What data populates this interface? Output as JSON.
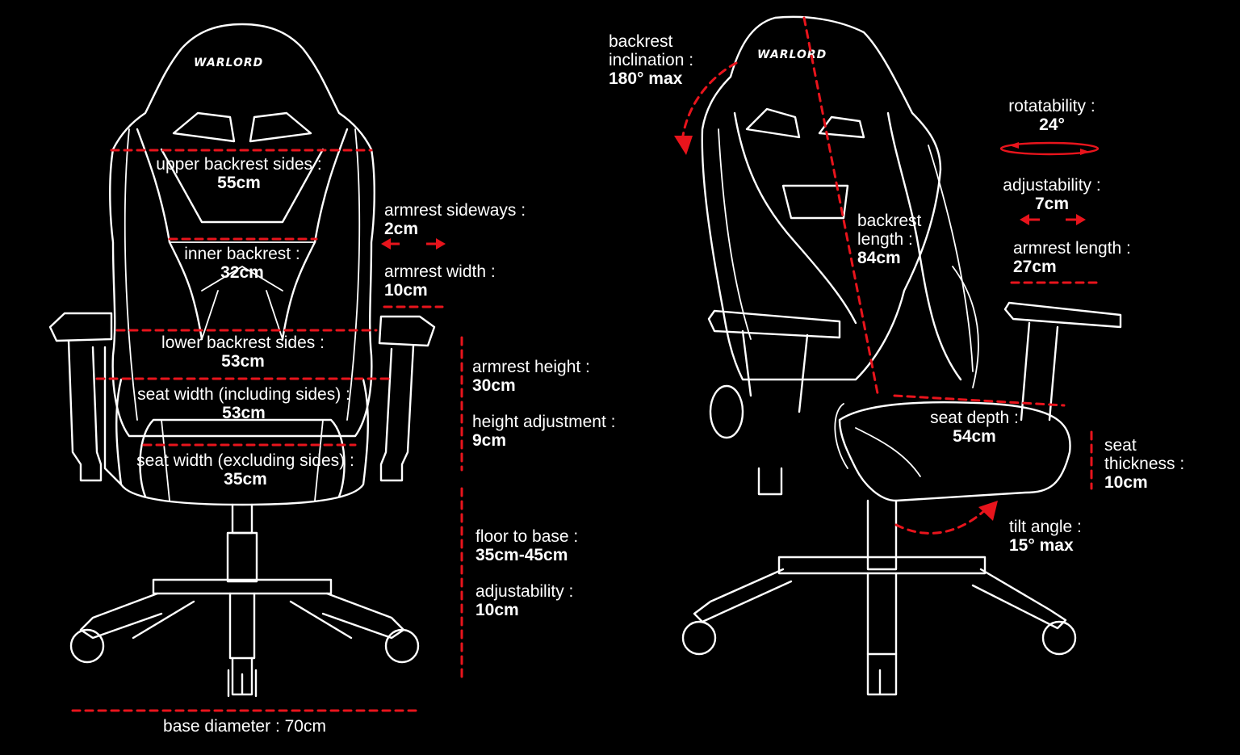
{
  "brand": {
    "logo_text": "WARLORD"
  },
  "colors": {
    "background": "#000000",
    "line_art": "#ffffff",
    "measure": "#e8141c"
  },
  "front_view": {
    "upper_backrest_sides": {
      "label": "upper backrest sides :",
      "value": "55cm"
    },
    "inner_backrest": {
      "label": "inner backrest :",
      "value": "32cm"
    },
    "lower_backrest_sides": {
      "label": "lower backrest sides :",
      "value": "53cm"
    },
    "seat_width_including": {
      "label": "seat width (including sides) :",
      "value": "53cm"
    },
    "seat_width_excluding": {
      "label": "seat width (excluding sides) :",
      "value": "35cm"
    },
    "armrest_sideways": {
      "label": "armrest sideways :",
      "value": "2cm"
    },
    "armrest_width": {
      "label": "armrest width :",
      "value": "10cm"
    },
    "armrest_height": {
      "label": "armrest height :",
      "value": "30cm"
    },
    "height_adjustment": {
      "label": "height adjustment :",
      "value": "9cm"
    },
    "floor_to_base": {
      "label": "floor to base :",
      "value": "35cm-45cm"
    },
    "adjustability": {
      "label": "adjustability :",
      "value": "10cm"
    },
    "base_diameter": {
      "label": "base diameter : 70cm"
    }
  },
  "side_view": {
    "backrest_inclination": {
      "label_line1": "backrest",
      "label_line2": "inclination :",
      "value": "180° max"
    },
    "backrest_length": {
      "label_line1": "backrest",
      "label_line2": "length :",
      "value": "84cm"
    },
    "rotatability": {
      "label": "rotatability :",
      "value": "24°"
    },
    "adjustability": {
      "label": "adjustability :",
      "value": "7cm"
    },
    "armrest_length": {
      "label": "armrest length :",
      "value": "27cm"
    },
    "seat_depth": {
      "label": "seat depth :",
      "value": "54cm"
    },
    "seat_thickness": {
      "label_line1": "seat",
      "label_line2": "thickness :",
      "value": "10cm"
    },
    "tilt_angle": {
      "label": "tilt angle :",
      "value": "15° max"
    }
  }
}
